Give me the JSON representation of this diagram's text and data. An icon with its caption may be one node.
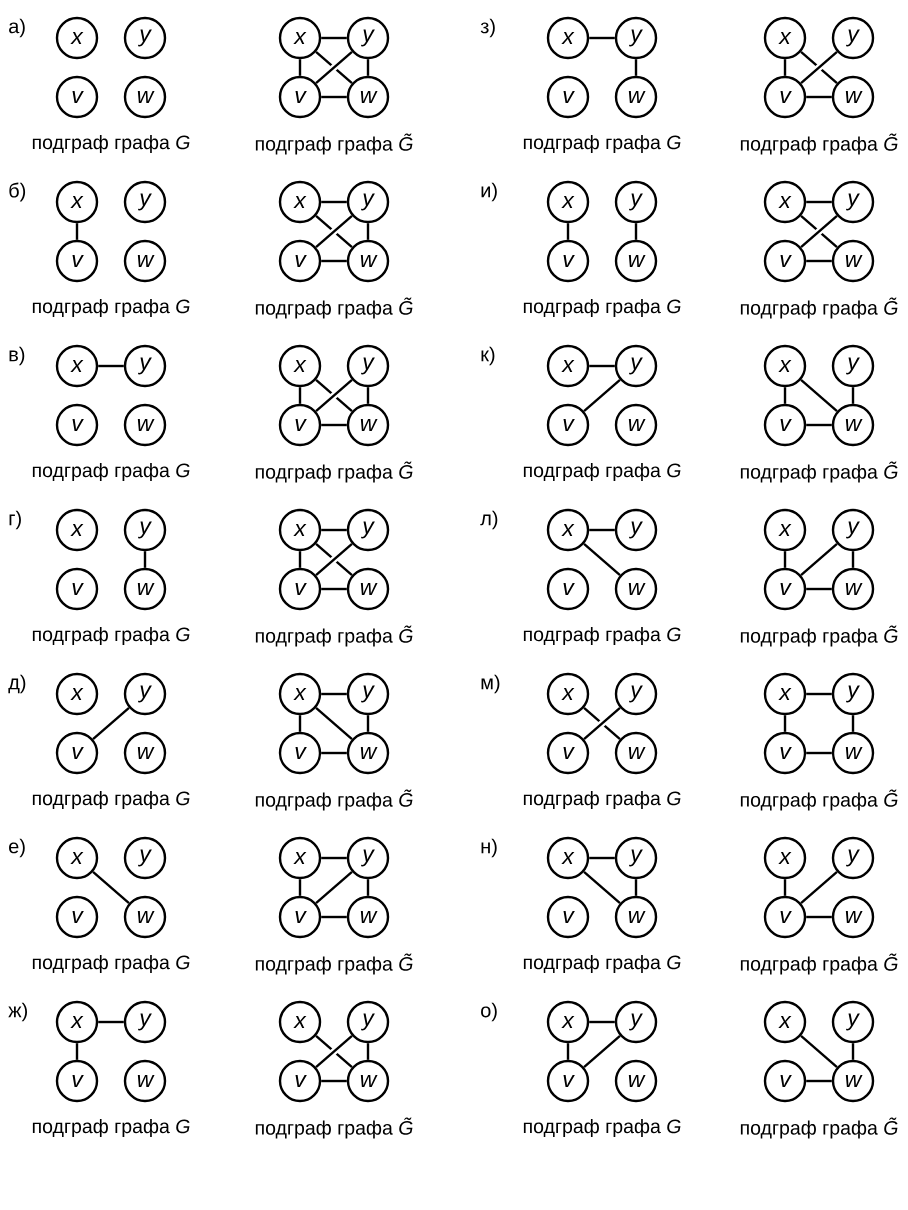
{
  "diagram": {
    "nodes": [
      {
        "text": [
          "x"
        ]
      },
      {
        "text": [
          "y"
        ]
      },
      {
        "text": [
          "v"
        ]
      },
      {
        "text": [
          "w"
        ]
      },
      {
        "text": [
          "x"
        ]
      },
      {
        "text": [
          "y"
        ]
      },
      {
        "text": [
          "v"
        ]
      },
      {
        "text": [
          "w"
        ]
      },
      {
        "text": [
          "x"
        ]
      },
      {
        "text": [
          "y"
        ]
      },
      {
        "text": [
          "v"
        ]
      },
      {
        "text": [
          "w"
        ]
      },
      {
        "text": [
          "x"
        ]
      },
      {
        "text": [
          "y"
        ]
      },
      {
        "text": [
          "v"
        ]
      },
      {
        "text": [
          "w"
        ]
      },
      {
        "text": [
          "x"
        ]
      },
      {
        "text": [
          "y"
        ]
      },
      {
        "text": [
          "v"
        ]
      },
      {
        "text": [
          "w"
        ]
      },
      {
        "text": [
          "x"
        ]
      },
      {
        "text": [
          "y"
        ]
      },
      {
        "text": [
          "v"
        ]
      },
      {
        "text": [
          "w"
        ]
      },
      {
        "text": [
          "x"
        ]
      },
      {
        "text": [
          "y"
        ]
      },
      {
        "text": [
          "v"
        ]
      },
      {
        "text": [
          "w"
        ]
      },
      {
        "text": [
          "x"
        ]
      },
      {
        "text": [
          "y"
        ]
      },
      {
        "text": [
          "v"
        ]
      },
      {
        "text": [
          "w"
        ]
      },
      {
        "text": [
          "x"
        ]
      },
      {
        "text": [
          "y"
        ]
      },
      {
        "text": [
          "v"
        ]
      },
      {
        "text": [
          "w"
        ]
      },
      {
        "text": [
          "x"
        ]
      },
      {
        "text": [
          "y"
        ]
      },
      {
        "text": [
          "v"
        ]
      },
      {
        "text": [
          "w"
        ]
      },
      {
        "text": [
          "x"
        ]
      },
      {
        "text": [
          "y"
        ]
      },
      {
        "text": [
          "v"
        ]
      },
      {
        "text": [
          "w"
        ]
      },
      {
        "text": [
          "x"
        ]
      },
      {
        "text": [
          "y"
        ]
      },
      {
        "text": [
          "v"
        ]
      },
      {
        "text": [
          "w"
        ]
      },
      {
        "text": [
          "x"
        ]
      },
      {
        "text": [
          "y"
        ]
      },
      {
        "text": [
          "v"
        ]
      },
      {
        "text": [
          "w"
        ]
      },
      {
        "text": [
          "x"
        ]
      },
      {
        "text": [
          "y"
        ]
      },
      {
        "text": [
          "v"
        ]
      },
      {
        "text": [
          "w"
        ]
      },
      {
        "text": [
          "x"
        ]
      },
      {
        "text": [
          "y"
        ]
      },
      {
        "text": [
          "v"
        ]
      },
      {
        "text": [
          "w"
        ]
      },
      {
        "text": [
          "x"
        ]
      },
      {
        "text": [
          "y"
        ]
      },
      {
        "text": [
          "v"
        ]
      },
      {
        "text": [
          "w"
        ]
      },
      {
        "text": [
          "x"
        ]
      },
      {
        "text": [
          "y"
        ]
      },
      {
        "text": [
          "v"
        ]
      },
      {
        "text": [
          "w"
        ]
      },
      {
        "text": [
          "x"
        ]
      },
      {
        "text": [
          "y"
        ]
      },
      {
        "text": [
          "v"
        ]
      },
      {
        "text": [
          "w"
        ]
      },
      {
        "text": [
          "x"
        ]
      },
      {
        "text": [
          "y"
        ]
      },
      {
        "text": [
          "v"
        ]
      },
      {
        "text": [
          "w"
        ]
      },
      {
        "text": [
          "x"
        ]
      },
      {
        "text": [
          "y"
        ]
      },
      {
        "text": [
          "v"
        ]
      },
      {
        "text": [
          "w"
        ]
      },
      {
        "text": [
          "x"
        ]
      },
      {
        "text": [
          "y"
        ]
      },
      {
        "text": [
          "v"
        ]
      },
      {
        "text": [
          "w"
        ]
      },
      {
        "text": [
          "x"
        ]
      },
      {
        "text": [
          "y"
        ]
      },
      {
        "text": [
          "v"
        ]
      },
      {
        "text": [
          "w"
        ]
      },
      {
        "text": [
          "x"
        ]
      },
      {
        "text": [
          "y"
        ]
      },
      {
        "text": [
          "v"
        ]
      },
      {
        "text": [
          "w"
        ]
      },
      {
        "text": [
          "x"
        ]
      },
      {
        "text": [
          "y"
        ]
      },
      {
        "text": [
          "v"
        ]
      },
      {
        "text": [
          "w"
        ]
      },
      {
        "text": [
          "x"
        ]
      },
      {
        "text": [
          "y"
        ]
      },
      {
        "text": [
          "v"
        ]
      },
      {
        "text": [
          "w"
        ]
      },
      {
        "text": [
          "x"
        ]
      },
      {
        "text": [
          "y"
        ]
      },
      {
        "text": [
          "v"
        ]
      },
      {
        "text": [
          "w"
        ]
      },
      {
        "text": [
          "x"
        ]
      },
      {
        "text": [
          "y"
        ]
      },
      {
        "text": [
          "v"
        ]
      },
      {
        "text": [
          "w"
        ]
      },
      {
        "text": [
          "x"
        ]
      },
      {
        "text": [
          "y"
        ]
      },
      {
        "text": [
          "v"
        ]
      },
      {
        "text": [
          "w"
        ]
      }
    ],
    "edges": [
      {
        "from": 4,
        "to": 5,
        "arrow": "none"
      },
      {
        "from": 4,
        "to": 6,
        "arrow": "none"
      },
      {
        "from": 4,
        "to": 7,
        "arrow": "none"
      },
      {
        "from": 5,
        "to": 6,
        "arrow": "none"
      },
      {
        "from": 5,
        "to": 7,
        "arrow": "none"
      },
      {
        "from": 6,
        "to": 7,
        "arrow": "none"
      },
      {
        "from": 8,
        "to": 9,
        "arrow": "none"
      },
      {
        "from": 9,
        "to": 11,
        "arrow": "none"
      },
      {
        "from": 12,
        "to": 14,
        "arrow": "none"
      },
      {
        "from": 12,
        "to": 15,
        "arrow": "none"
      },
      {
        "from": 13,
        "to": 14,
        "arrow": "none"
      },
      {
        "from": 14,
        "to": 15,
        "arrow": "none"
      },
      {
        "from": 16,
        "to": 18,
        "arrow": "none"
      },
      {
        "from": 20,
        "to": 21,
        "arrow": "none"
      },
      {
        "from": 20,
        "to": 23,
        "arrow": "none"
      },
      {
        "from": 21,
        "to": 22,
        "arrow": "none"
      },
      {
        "from": 21,
        "to": 23,
        "arrow": "none"
      },
      {
        "from": 22,
        "to": 23,
        "arrow": "none"
      },
      {
        "from": 24,
        "to": 26,
        "arrow": "none"
      },
      {
        "from": 25,
        "to": 27,
        "arrow": "none"
      },
      {
        "from": 28,
        "to": 29,
        "arrow": "none"
      },
      {
        "from": 28,
        "to": 31,
        "arrow": "none"
      },
      {
        "from": 29,
        "to": 30,
        "arrow": "none"
      },
      {
        "from": 30,
        "to": 31,
        "arrow": "none"
      },
      {
        "from": 32,
        "to": 33,
        "arrow": "none"
      },
      {
        "from": 36,
        "to": 38,
        "arrow": "none"
      },
      {
        "from": 36,
        "to": 39,
        "arrow": "none"
      },
      {
        "from": 37,
        "to": 38,
        "arrow": "none"
      },
      {
        "from": 37,
        "to": 39,
        "arrow": "none"
      },
      {
        "from": 38,
        "to": 39,
        "arrow": "none"
      },
      {
        "from": 40,
        "to": 41,
        "arrow": "none"
      },
      {
        "from": 41,
        "to": 42,
        "arrow": "none"
      },
      {
        "from": 44,
        "to": 46,
        "arrow": "none"
      },
      {
        "from": 44,
        "to": 47,
        "arrow": "none"
      },
      {
        "from": 45,
        "to": 47,
        "arrow": "none"
      },
      {
        "from": 46,
        "to": 47,
        "arrow": "none"
      },
      {
        "from": 49,
        "to": 51,
        "arrow": "none"
      },
      {
        "from": 52,
        "to": 53,
        "arrow": "none"
      },
      {
        "from": 52,
        "to": 54,
        "arrow": "none"
      },
      {
        "from": 52,
        "to": 55,
        "arrow": "none"
      },
      {
        "from": 53,
        "to": 54,
        "arrow": "none"
      },
      {
        "from": 54,
        "to": 55,
        "arrow": "none"
      },
      {
        "from": 56,
        "to": 57,
        "arrow": "none"
      },
      {
        "from": 56,
        "to": 59,
        "arrow": "none"
      },
      {
        "from": 60,
        "to": 62,
        "arrow": "none"
      },
      {
        "from": 61,
        "to": 62,
        "arrow": "none"
      },
      {
        "from": 61,
        "to": 63,
        "arrow": "none"
      },
      {
        "from": 62,
        "to": 63,
        "arrow": "none"
      },
      {
        "from": 65,
        "to": 66,
        "arrow": "none"
      },
      {
        "from": 68,
        "to": 69,
        "arrow": "none"
      },
      {
        "from": 68,
        "to": 70,
        "arrow": "none"
      },
      {
        "from": 68,
        "to": 71,
        "arrow": "none"
      },
      {
        "from": 69,
        "to": 71,
        "arrow": "none"
      },
      {
        "from": 70,
        "to": 71,
        "arrow": "none"
      },
      {
        "from": 72,
        "to": 75,
        "arrow": "none"
      },
      {
        "from": 73,
        "to": 74,
        "arrow": "none"
      },
      {
        "from": 76,
        "to": 77,
        "arrow": "none"
      },
      {
        "from": 76,
        "to": 78,
        "arrow": "none"
      },
      {
        "from": 77,
        "to": 79,
        "arrow": "none"
      },
      {
        "from": 78,
        "to": 79,
        "arrow": "none"
      },
      {
        "from": 80,
        "to": 83,
        "arrow": "none"
      },
      {
        "from": 84,
        "to": 85,
        "arrow": "none"
      },
      {
        "from": 84,
        "to": 86,
        "arrow": "none"
      },
      {
        "from": 85,
        "to": 86,
        "arrow": "none"
      },
      {
        "from": 85,
        "to": 87,
        "arrow": "none"
      },
      {
        "from": 86,
        "to": 87,
        "arrow": "none"
      },
      {
        "from": 88,
        "to": 89,
        "arrow": "none"
      },
      {
        "from": 89,
        "to": 91,
        "arrow": "none"
      },
      {
        "from": 88,
        "to": 91,
        "arrow": "none"
      },
      {
        "from": 92,
        "to": 94,
        "arrow": "none"
      },
      {
        "from": 93,
        "to": 94,
        "arrow": "none"
      },
      {
        "from": 94,
        "to": 95,
        "arrow": "none"
      },
      {
        "from": 96,
        "to": 97,
        "arrow": "none"
      },
      {
        "from": 96,
        "to": 98,
        "arrow": "none"
      },
      {
        "from": 100,
        "to": 103,
        "arrow": "none"
      },
      {
        "from": 101,
        "to": 102,
        "arrow": "none"
      },
      {
        "from": 101,
        "to": 103,
        "arrow": "none"
      },
      {
        "from": 102,
        "to": 103,
        "arrow": "none"
      },
      {
        "from": 104,
        "to": 105,
        "arrow": "none"
      },
      {
        "from": 104,
        "to": 106,
        "arrow": "none"
      },
      {
        "from": 105,
        "to": 106,
        "arrow": "none"
      },
      {
        "from": 108,
        "to": 111,
        "arrow": "none"
      },
      {
        "from": 109,
        "to": 111,
        "arrow": "none"
      },
      {
        "from": 110,
        "to": 111,
        "arrow": "none"
      }
    ],
    "labels": [
      "а)",
      "подграф графа *G*",
      "подграф графа *G̃*",
      "з)",
      "подграф графа *G*",
      "подграф графа *G̃*",
      "б)",
      "подграф графа *G*",
      "подграф графа *G̃*",
      "и)",
      "подграф графа *G*",
      "подграф графа *G̃*",
      "в)",
      "подграф графа *G*",
      "подграф графа *G̃*",
      "к)",
      "подграф графа *G*",
      "подграф графа *G̃*",
      "г)",
      "подграф графа *G*",
      "подграф графа *G̃*",
      "л)",
      "подграф графа *G*",
      "подграф графа *G̃*",
      "д)",
      "подграф графа *G*",
      "подграф графа *G̃*",
      "м)",
      "подграф графа *G*",
      "подграф графа *G̃*",
      "е)",
      "подграф графа *G*",
      "подграф графа *G̃*",
      "н)",
      "подграф графа *G*",
      "подграф графа *G̃*",
      "ж)",
      "подграф графа *G*",
      "подграф графа *G̃*",
      "о)",
      "подграф графа *G*",
      "подграф графа *G̃*"
    ]
  }
}
